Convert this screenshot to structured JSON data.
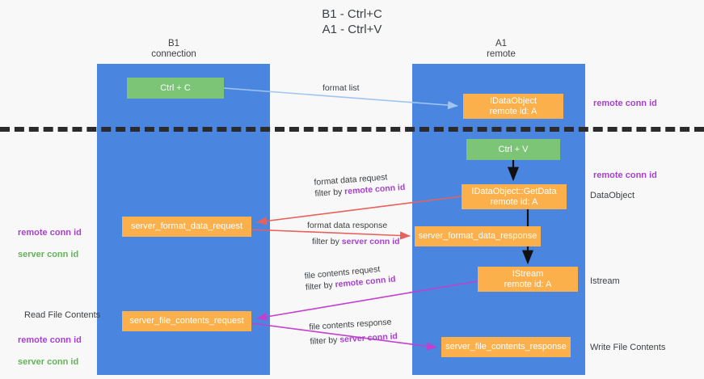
{
  "title": "B1 - Ctrl+C\nA1 - Ctrl+V",
  "lanes": [
    {
      "name": "b1",
      "label": "B1\nconnection"
    },
    {
      "name": "a1",
      "label": "A1\nremote"
    }
  ],
  "nodes": {
    "ctrl_c": "Ctrl + C",
    "idataobject": "IDataObject\nremote id: A",
    "ctrl_v": "Ctrl + V",
    "getdata": "IDataObject::GetData\nremote id: A",
    "server_format_data_request": "server_format_data_request",
    "server_format_data_response": "server_format_data_response",
    "istream": "IStream\nremote id: A",
    "server_file_contents_request": "server_file_contents_request",
    "server_file_contents_response": "server_file_contents_response"
  },
  "edges": {
    "format_list": "format list",
    "format_data_request_l1": "format data request",
    "format_data_request_l2a": "filter by ",
    "format_data_request_l2b": "remote conn id",
    "format_data_response_l1": "format data response",
    "format_data_response_l2a": "filter by ",
    "format_data_response_l2b": "server conn id",
    "file_contents_request_l1": "file contents request",
    "file_contents_request_l2a": "filter by ",
    "file_contents_request_l2b": "remote conn id",
    "file_contents_response_l1": "file contents response",
    "file_contents_response_l2a": "filter by ",
    "file_contents_response_l2b": "server conn id"
  },
  "annotations": {
    "remote_conn_id_top": "remote conn id",
    "remote_conn_id_mid": "remote conn id",
    "dataobject": "DataObject",
    "istream": "Istream",
    "write_file_contents": "Write File Contents",
    "read_file_contents": "Read File Contents",
    "left_remote_conn_id": "remote conn id",
    "left_server_conn_id": "server conn id",
    "left_remote_conn_id_2": "remote conn id",
    "left_server_conn_id_2": "server conn id"
  },
  "colors": {
    "lane": "#4a86e0",
    "green_node": "#7cc576",
    "orange_node": "#fbb04b",
    "purple_text": "#a93fd0",
    "green_text": "#62b458",
    "arrow_blue": "#9fc5f0",
    "arrow_red": "#e8605a",
    "arrow_magenta": "#c23fd0",
    "arrow_black": "#000000",
    "background": "#f8f8f8"
  }
}
